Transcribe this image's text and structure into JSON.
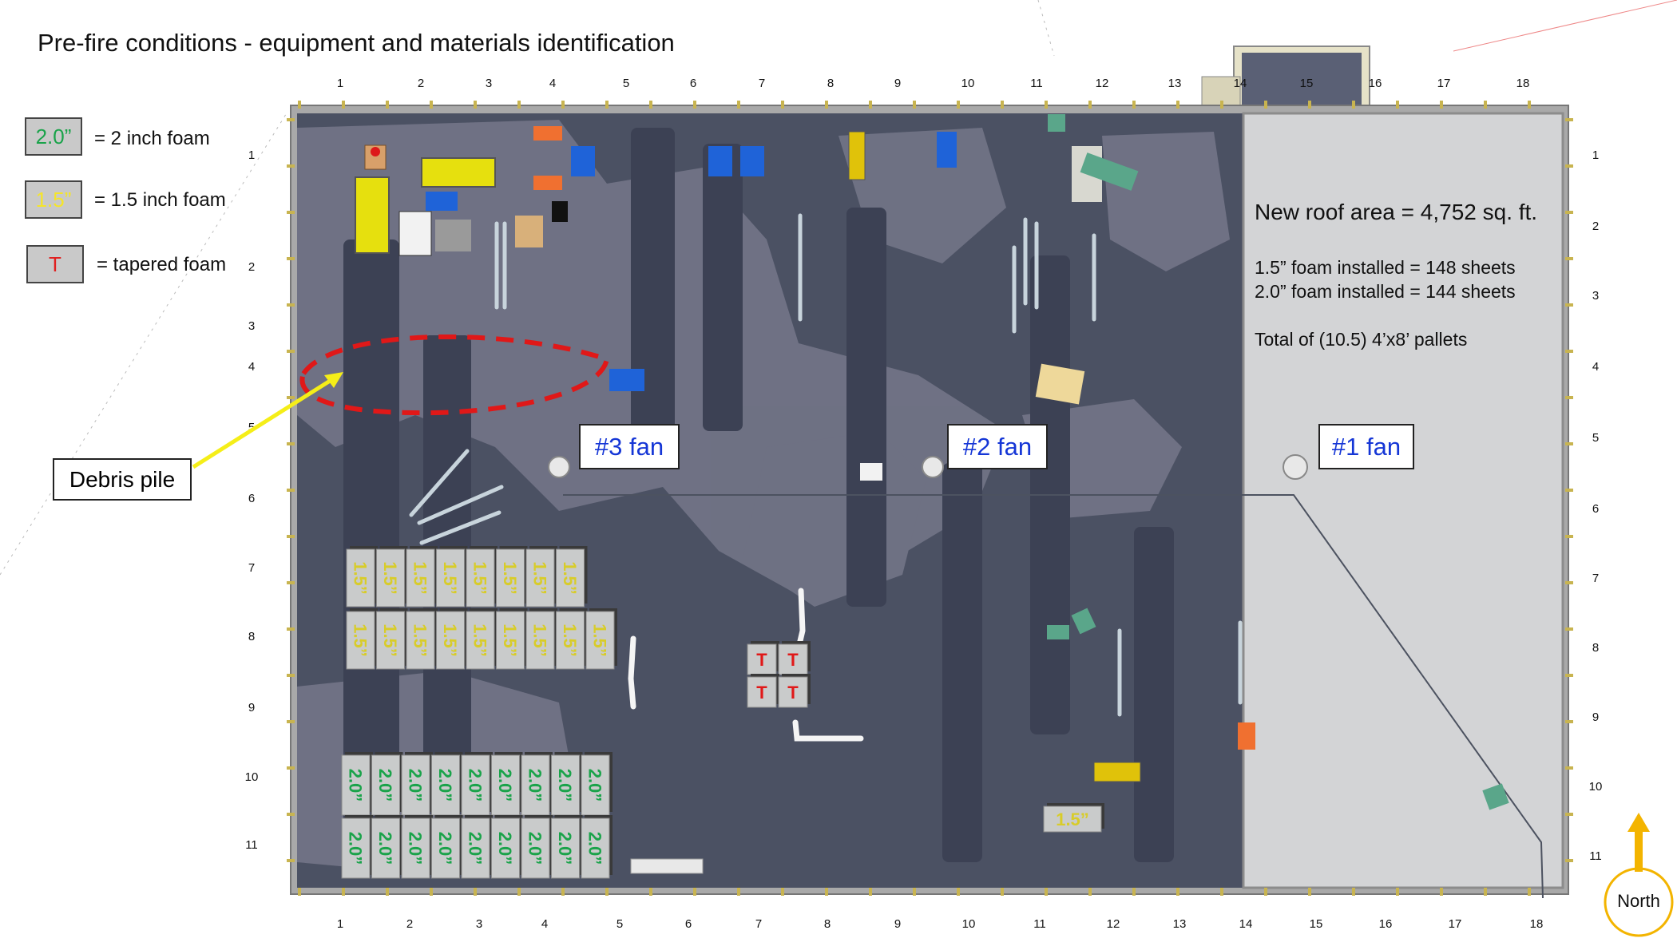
{
  "title": "Pre-fire conditions - equipment and materials identification",
  "legend": [
    {
      "swatch": "2.0”",
      "color": "#1aa34a",
      "label": "= 2 inch foam"
    },
    {
      "swatch": "1.5”",
      "color": "#f5e52a",
      "label": "= 1.5 inch foam"
    },
    {
      "swatch": "T",
      "color": "#e02020",
      "label": "= tapered foam"
    }
  ],
  "grid": {
    "columns": [
      "1",
      "2",
      "3",
      "4",
      "5",
      "6",
      "7",
      "8",
      "9",
      "10",
      "11",
      "12",
      "13",
      "14",
      "15",
      "16",
      "17",
      "18"
    ],
    "rows": [
      "1",
      "2",
      "3",
      "4",
      "5",
      "6",
      "7",
      "8",
      "9",
      "10",
      "11"
    ]
  },
  "callouts": {
    "debris": "Debris pile",
    "fan3": "#3 fan",
    "fan2": "#2 fan",
    "fan1": "#1 fan"
  },
  "info": {
    "area": "New roof area = 4,752 sq. ft.",
    "foam15": "1.5” foam installed = 148 sheets",
    "foam20": "2.0” foam installed = 144 sheets",
    "pallets": "Total of (10.5) 4’x8’ pallets"
  },
  "foam_labels": {
    "one_five": "1.5”",
    "two_zero": "2.0”",
    "tapered": "T"
  },
  "north": "North",
  "colors": {
    "roof": "#4b5163",
    "new_roof": "#d3d4d6",
    "foam_board": "#c9cbcb",
    "green_text": "#1aa34a",
    "yellow_text": "#d8cc2a",
    "red": "#e01818",
    "fan_blue": "#1536d6",
    "north_arrow": "#f3b400"
  }
}
